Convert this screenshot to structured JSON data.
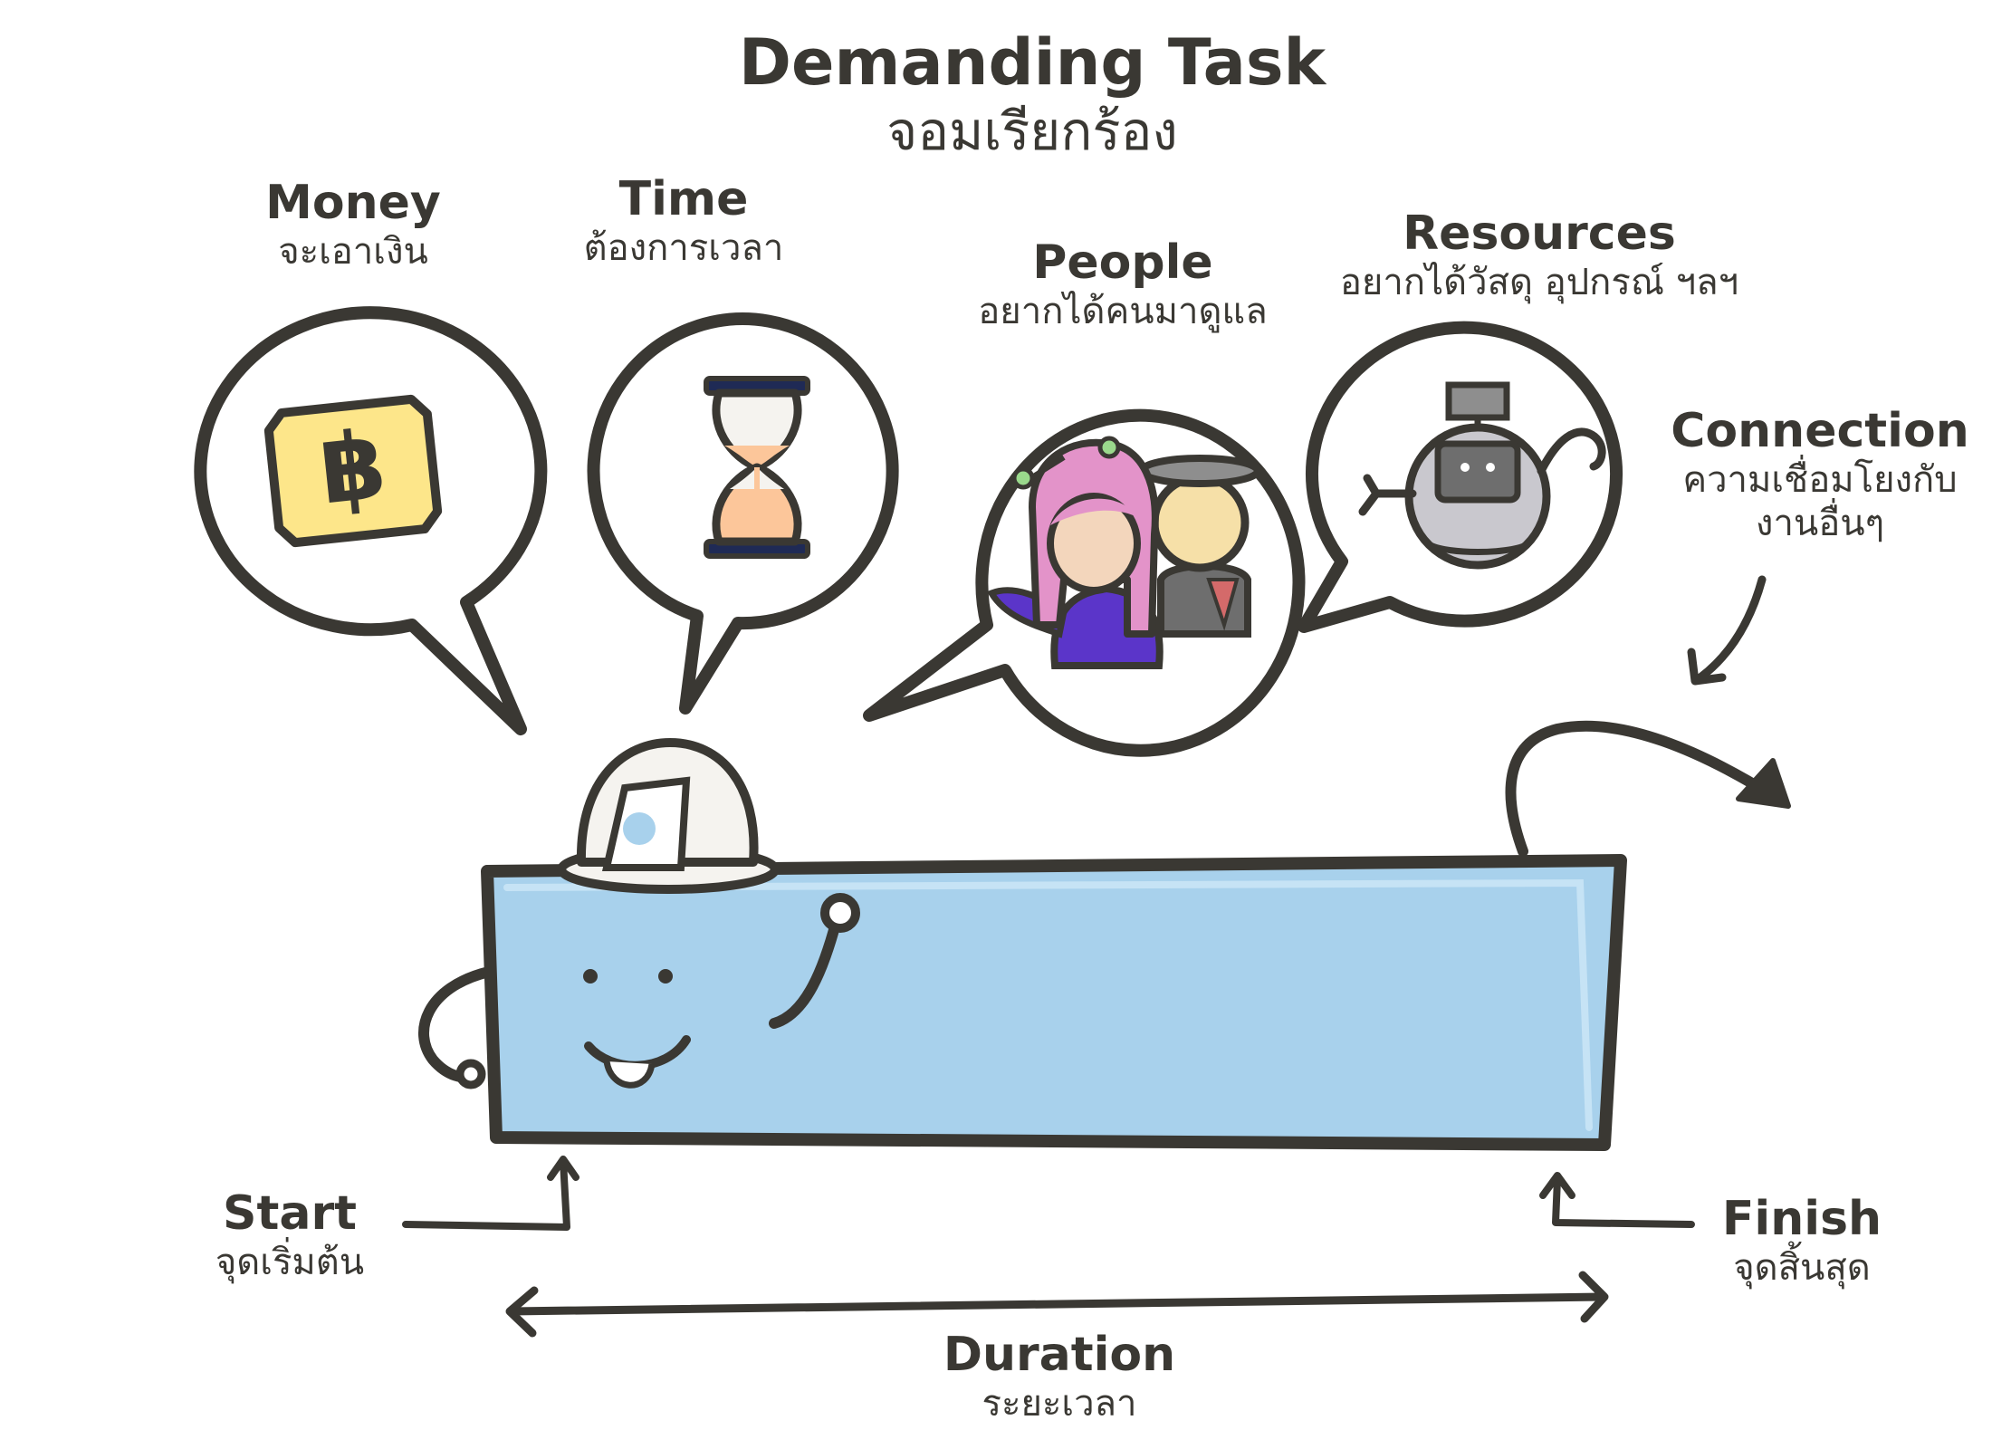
{
  "title": {
    "en": "Demanding Task",
    "th": "จอมเรียกร้อง"
  },
  "demands": {
    "money": {
      "en": "Money",
      "th": "จะเอาเงิน",
      "icon": "baht-coin-icon",
      "symbol": "฿"
    },
    "time": {
      "en": "Time",
      "th": "ต้องการเวลา",
      "icon": "hourglass-icon"
    },
    "people": {
      "en": "People",
      "th": "อยากได้คนมาดูแล",
      "icon": "people-icon"
    },
    "resources": {
      "en": "Resources",
      "th": "อยากได้วัสดุ อุปกรณ์ ฯลฯ",
      "icon": "robot-icon"
    }
  },
  "connection": {
    "en": "Connection",
    "th1": "ความเชื่อมโยงกับ",
    "th2": "งานอื่นๆ"
  },
  "start": {
    "en": "Start",
    "th": "จุดเริ่มต้น"
  },
  "finish": {
    "en": "Finish",
    "th": "จุดสิ้นสุด"
  },
  "duration": {
    "en": "Duration",
    "th": "ระยะเวลา"
  },
  "colors": {
    "ink": "#3a3833",
    "task_bar": "#a8d1ec",
    "coin": "#fde68a",
    "hourglass_sand": "#fcc69a",
    "hair": "#e393c9",
    "shirt": "#5b35c9",
    "skin": "#f3d6bc",
    "robot": "#c9c8ce"
  }
}
